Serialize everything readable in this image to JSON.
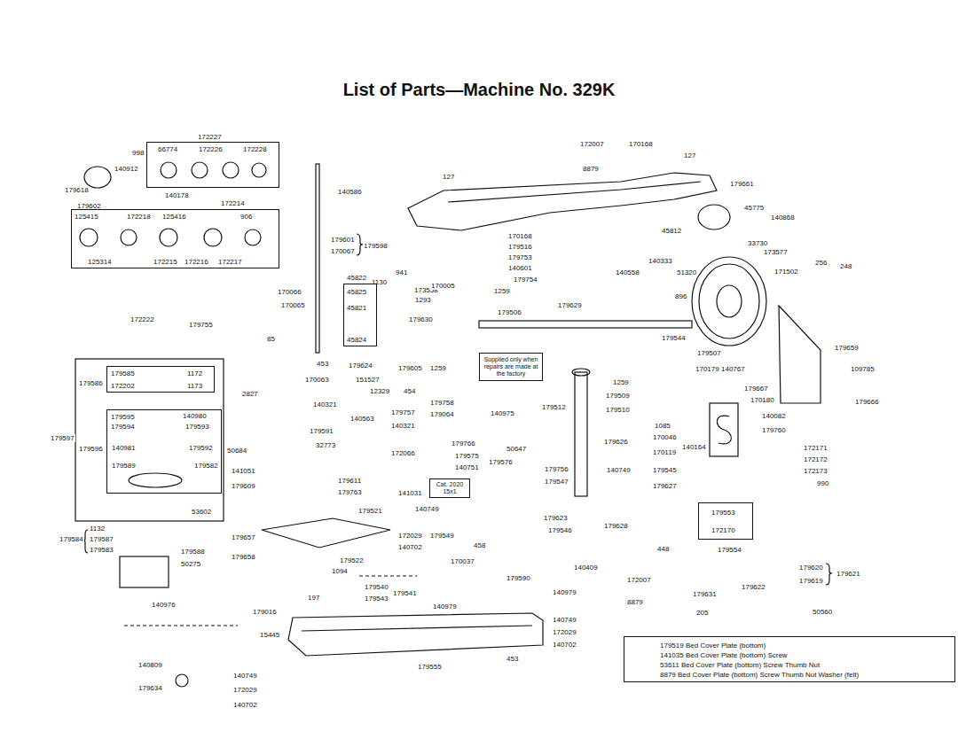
{
  "diagram": {
    "title": "List of Parts—Machine No. 329K",
    "nodes": [
      {
        "text": [
          "66774",
          "172226",
          "172228"
        ]
      },
      {
        "text": [
          "125415",
          "172218",
          "125416",
          "906",
          "125314",
          "172215",
          "172216",
          "172217"
        ]
      },
      {
        "text": [
          "45825",
          "45821",
          "45824"
        ]
      },
      {
        "text": [
          "179585",
          "172202",
          "1172",
          "1173"
        ]
      },
      {
        "text": [
          "179595",
          "140980",
          "179593",
          "179594",
          "140981",
          "179592",
          "179589",
          "179582"
        ]
      },
      {
        "text": [
          "Supplied only when repairs are made at the factory"
        ]
      },
      {
        "text": [
          "Cat. 2020 15x1"
        ]
      },
      {
        "text": [
          "179553",
          "172170"
        ]
      },
      {
        "text": [
          "179519 Bed Cover Plate (bottom)",
          "141035 Bed Cover Plate (bottom) Screw",
          "53611 Bed Cover Plate (bottom) Screw Thumb Nut",
          "8879 Bed Cover Plate (bottom) Screw Thumb Nut Washer (felt)"
        ]
      }
    ],
    "labels": [
      "998",
      "172227",
      "140912",
      "179618",
      "140178",
      "179602",
      "172214",
      "140586",
      "179601",
      "170067",
      "179598",
      "941",
      "1130",
      "173558",
      "170066",
      "45822",
      "170065",
      "172222",
      "179755",
      "85",
      "453",
      "179624",
      "170063",
      "151527",
      "12329",
      "2827",
      "140321",
      "140563",
      "179605",
      "1259",
      "454",
      "170005",
      "1259",
      "1293",
      "179506",
      "179630",
      "179629",
      "179758",
      "179064",
      "179757",
      "140321",
      "179591",
      "32773",
      "50684",
      "172066",
      "179766",
      "179575",
      "140751",
      "179576",
      "141051",
      "179611",
      "179763",
      "179609",
      "179521",
      "141031",
      "140749",
      "179657",
      "172029",
      "179549",
      "140702",
      "458",
      "179522",
      "179658",
      "1094",
      "170037",
      "179540",
      "179543",
      "179541",
      "197",
      "179016",
      "140979",
      "15445",
      "140749",
      "172029",
      "140702",
      "453",
      "179555",
      "140809",
      "179634",
      "140749",
      "172029",
      "140702",
      "179590",
      "140409",
      "140979",
      "172007",
      "8879",
      "205",
      "179631",
      "50560",
      "179622",
      "179620",
      "179619",
      "179621",
      "179554",
      "448",
      "179623",
      "179546",
      "179628",
      "179547",
      "179756",
      "140749",
      "179626",
      "50647",
      "140975",
      "179512",
      "1259",
      "179509",
      "179510",
      "1085",
      "170046",
      "170119",
      "179545",
      "179627",
      "140164",
      "170179",
      "140767",
      "179667",
      "170180",
      "140082",
      "179760",
      "172171",
      "172172",
      "172173",
      "990",
      "179507",
      "179544",
      "896",
      "140558",
      "140333",
      "51320",
      "173577",
      "171502",
      "256",
      "248",
      "179659",
      "109785",
      "179666",
      "179661",
      "45775",
      "140868",
      "45812",
      "33730",
      "172007",
      "170168",
      "127",
      "8879",
      "127",
      "170168",
      "179516",
      "179753",
      "140601",
      "179754",
      "179586",
      "179597",
      "179596",
      "53602",
      "1132",
      "179587",
      "179583",
      "179584",
      "179588",
      "50275",
      "140976"
    ]
  }
}
